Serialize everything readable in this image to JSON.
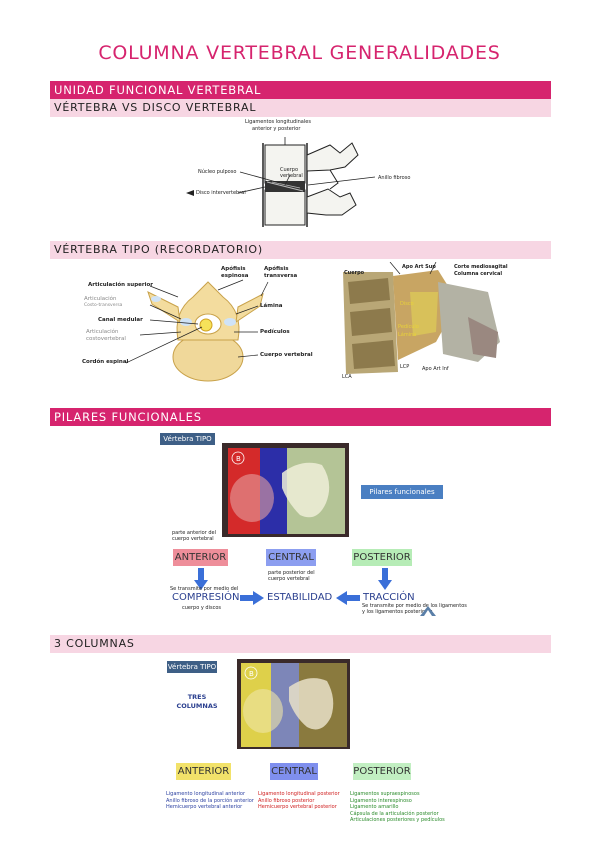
{
  "title": "COLUMNA VERTEBRAL GENERALIDADES",
  "sections": {
    "unidad": "UNIDAD FUNCIONAL VERTEBRAL",
    "vertebra_disco": "VÉRTEBRA VS DISCO VERTEBRAL",
    "vertebra_tipo": "VÉRTEBRA TIPO (RECORDATORIO)",
    "pilares": "PILARES FUNCIONALES",
    "columnas": "3 COLUMNAS"
  },
  "fig1": {
    "lig_top": "Ligamentos longitudinales",
    "lig_bottom": "anterior y posterior",
    "nucleo": "Núcleo pulposo",
    "cuerpo": "Cuerpo",
    "cuerpo2": "vertebral",
    "disco": "Disco intervertebral",
    "anillo": "Anillo fibroso"
  },
  "fig2": {
    "apof_esp": "Apófisis",
    "apof_esp2": "espinosa",
    "apof_trans": "Apófisis",
    "apof_trans2": "transversa",
    "art_sup": "Articulación superior",
    "art_grey": "Articulación",
    "art_grey2": "Costo-transversa",
    "canal": "Canal medular",
    "art_costo": "Articulación",
    "art_costo2": "costovertebral",
    "cordon": "Cordón espinal",
    "lamina": "Lámina",
    "pediculos": "Pedículos",
    "cuerpo_vert": "Cuerpo vertebral"
  },
  "fig3": {
    "cuerpo": "Cuerpo",
    "ant_art": "Apo Art Sup",
    "corte": "Corte mediosagital",
    "corte2": "Columna cervical",
    "disco": "Disco",
    "pedi": "Pedículo",
    "lamina": "Lámina",
    "lca": "LCA",
    "lcp": "LCP",
    "apo_inf": "Apo Art Inf"
  },
  "pilares": {
    "vertebra_tipo": "Vértebra TIPO",
    "pilares_box": "Pilares funcionales",
    "anterior": "ANTERIOR",
    "central": "CENTRAL",
    "posterior": "POSTERIOR",
    "compresion": "COMPRESIÓN",
    "estabilidad": "ESTABILIDAD",
    "traccion": "TRACCIÓN",
    "note1": "parte anterior del",
    "note1b": "cuerpo vertebral",
    "note2": "parte posterior del",
    "note2b": "cuerpo vertebral",
    "note3": "Se transmite por medio del",
    "note3b": "cuerpo y discos",
    "note4": "Se transmite por medio de los ligamentos",
    "note4b": "y los ligamentos posteriores"
  },
  "columnas": {
    "vertebra_tipo": "Vértebra TIPO",
    "tres": "TRES",
    "columnas": "COLUMNAS",
    "anterior": "ANTERIOR",
    "central": "CENTRAL",
    "posterior": "POSTERIOR",
    "ant_list": [
      "Ligamento longitudinal anterior",
      "Anillo fibroso de la porción anterior",
      "Hemicuerpo vertebral anterior"
    ],
    "cen_list": [
      "Ligamento longitudinal posterior",
      "Anillo fibroso posterior",
      "Hemicuerpo vertebral posterior"
    ],
    "pos_list": [
      "Ligamentos supraespinosos",
      "Ligamento interespinoso",
      "Ligamento amarillo",
      "Cápsula de la articulación posterior",
      "Articulaciones posteriores y pedículos"
    ]
  },
  "colors": {
    "pink": "#d6246e",
    "pink_light": "#f7d6e3",
    "navy": "#3e5f86"
  }
}
